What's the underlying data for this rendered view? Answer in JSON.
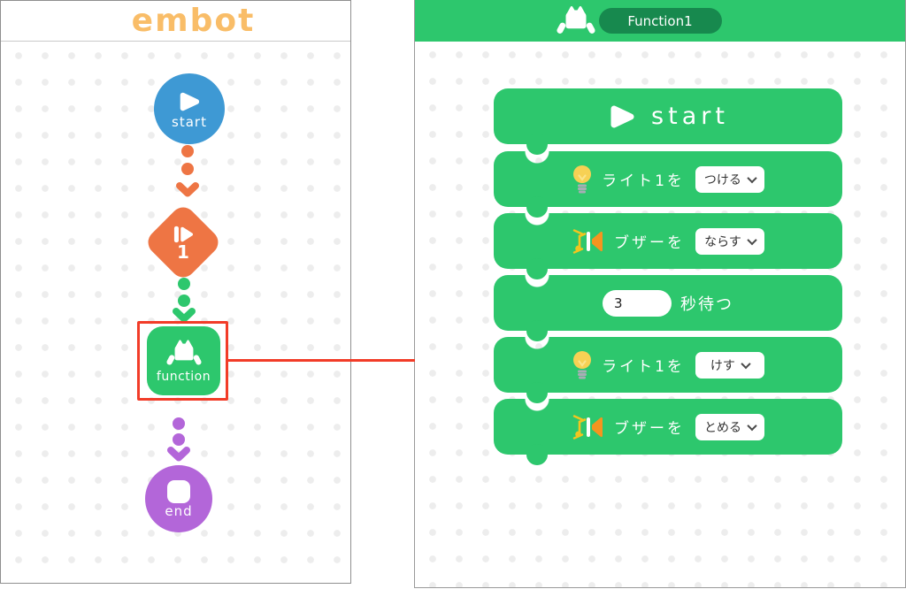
{
  "app": {
    "logo": "embot"
  },
  "colors": {
    "block_green": "#2dc76d",
    "pill_dark_green": "#17894e",
    "start_blue": "#3e99d4",
    "loop_orange": "#ee7544",
    "end_purple": "#b366d9",
    "selection_red": "#f23c28",
    "logo_orange": "#f9bd68"
  },
  "flowchart": {
    "start_label": "start",
    "loop_label": "1",
    "function_label": "function",
    "end_label": "end"
  },
  "function_editor": {
    "title": "Function1",
    "blocks": [
      {
        "kind": "start",
        "label": "start"
      },
      {
        "kind": "light",
        "icon": "lightbulb-icon",
        "label": "ライト1を",
        "value": "つける"
      },
      {
        "kind": "buzzer",
        "icon": "buzzer-icon",
        "label": "ブザーを",
        "value": "ならす"
      },
      {
        "kind": "wait",
        "value": "3",
        "label": "秒待つ"
      },
      {
        "kind": "light",
        "icon": "lightbulb-icon",
        "label": "ライト1を",
        "value": "けす"
      },
      {
        "kind": "buzzer",
        "icon": "buzzer-icon",
        "label": "ブザーを",
        "value": "とめる"
      }
    ]
  }
}
